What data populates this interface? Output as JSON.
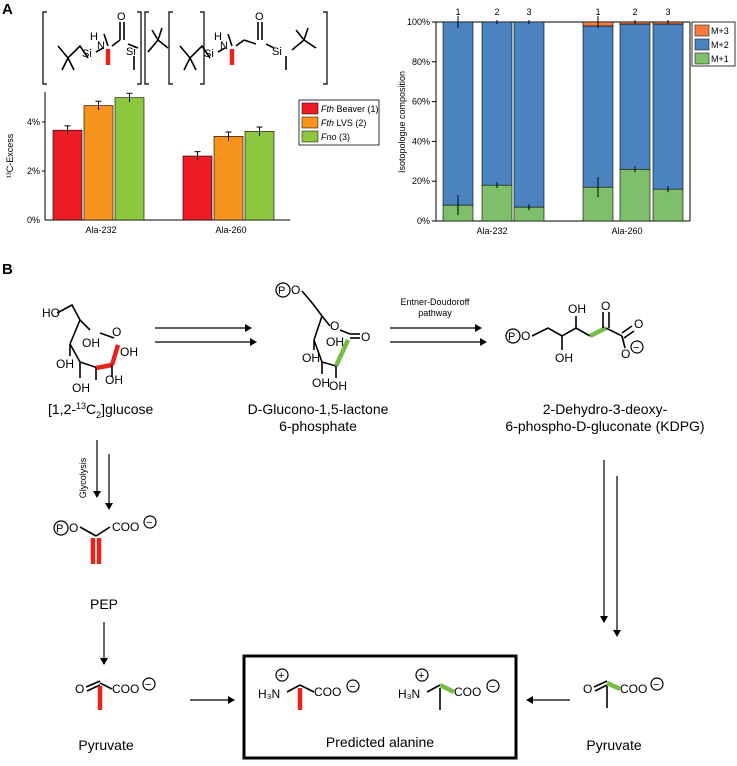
{
  "panelA": {
    "label": "A",
    "frag1": {
      "N": "N",
      "Si1": "Si",
      "Si2": "Si",
      "H": "H",
      "O": "O"
    },
    "frag2": {
      "N": "N",
      "Si1": "Si",
      "Si2": "Si",
      "H": "H",
      "O": "O"
    },
    "excess_chart": {
      "ylabel": "¹³C-Excess",
      "yticks": [
        "0%",
        "2%",
        "4%"
      ],
      "groups": [
        "Ala-232",
        "Ala-260"
      ],
      "legend": [
        {
          "italic": "Fth",
          "text": " Beaver (1)",
          "color": "#ed1c24"
        },
        {
          "italic": "Fth",
          "text": " LVS (2)",
          "color": "#f7941d"
        },
        {
          "italic": "Fno",
          "text": " (3)",
          "color": "#8dc63f"
        }
      ]
    },
    "iso_chart": {
      "ylabel": "Isotopologue composition",
      "yticks": [
        "0%",
        "20%",
        "40%",
        "60%",
        "80%",
        "100%"
      ],
      "groups": [
        "Ala-232",
        "Ala-260"
      ],
      "bar_numbers": [
        "1",
        "2",
        "3",
        "1",
        "2",
        "3"
      ],
      "legend": [
        {
          "text": "M+3",
          "color": "#f47b3c"
        },
        {
          "text": "M+2",
          "color": "#4a83c0"
        },
        {
          "text": "M+1",
          "color": "#7fbf6b"
        }
      ]
    }
  },
  "chart_data": [
    {
      "type": "bar",
      "ylabel": "¹³C-Excess",
      "ylim": [
        0,
        5.2
      ],
      "categories": [
        "Ala-232",
        "Ala-260"
      ],
      "series": [
        {
          "name": "Fth Beaver (1)",
          "values": [
            3.65,
            2.6
          ]
        },
        {
          "name": "Fth LVS (2)",
          "values": [
            4.65,
            3.4
          ]
        },
        {
          "name": "Fno (3)",
          "values": [
            4.97,
            3.6
          ]
        }
      ],
      "colors": [
        "#ed1c24",
        "#f7941d",
        "#8dc63f"
      ]
    },
    {
      "type": "bar",
      "stacked": true,
      "ylabel": "Isotopologue composition",
      "ylim": [
        0,
        100
      ],
      "categories": [
        "Ala-232",
        "Ala-260"
      ],
      "bars": [
        {
          "group": "Ala-232",
          "number": "1",
          "M+1": 8,
          "M+2": 92,
          "M+3": 0
        },
        {
          "group": "Ala-232",
          "number": "2",
          "M+1": 18,
          "M+2": 82,
          "M+3": 0
        },
        {
          "group": "Ala-232",
          "number": "3",
          "M+1": 7,
          "M+2": 93,
          "M+3": 0
        },
        {
          "group": "Ala-260",
          "number": "1",
          "M+1": 17,
          "M+2": 81,
          "M+3": 2
        },
        {
          "group": "Ala-260",
          "number": "2",
          "M+1": 26,
          "M+2": 73,
          "M+3": 1
        },
        {
          "group": "Ala-260",
          "number": "3",
          "M+1": 16,
          "M+2": 83,
          "M+3": 1
        }
      ],
      "colors": {
        "M+1": "#7fbf6b",
        "M+2": "#4a83c0",
        "M+3": "#f47b3c"
      }
    }
  ],
  "panelB": {
    "label": "B",
    "glucose": {
      "HO": "HO",
      "OH_a": "OH",
      "OH_b": "OH",
      "OH_c": "OH",
      "O": "O",
      "OH_d": "OH",
      "name_pre": "[1,2-",
      "name_sup": "13",
      "name_mid": "C",
      "name_sub": "2",
      "name_post": "]glucose"
    },
    "lactone": {
      "P": "P",
      "O_link": "O",
      "O_ring": "O",
      "O_carbonyl": "O",
      "OH_a": "OH",
      "OH_b": "OH",
      "name1": "D-Glucono-1,5-lactone",
      "name2": "6-phosphate"
    },
    "ed_label1": "Entner-Doudoroff",
    "ed_label2": "pathway",
    "kdpg": {
      "P": "P",
      "O_link": "O",
      "OH_top": "OH",
      "OH_bot": "OH",
      "O_keto": "O",
      "O_carb": "O",
      "O_neg": "O",
      "minus": "−",
      "name1": "2-Dehydro-3-deoxy-",
      "name2": "6-phospho-D-gluconate (KDPG)"
    },
    "glycolysis": "Glycolysis",
    "pep": {
      "P": "P",
      "O": "O",
      "COO": "COO",
      "minus": "−",
      "name": "PEP"
    },
    "pyr_left": {
      "O": "O",
      "COO": "COO",
      "minus": "−",
      "name": "Pyruvate"
    },
    "pyr_right": {
      "O": "O",
      "COO": "COO",
      "minus": "−",
      "name": "Pyruvate"
    },
    "alanine": {
      "H3N": "H₃N",
      "plus": "+",
      "COO": "COO",
      "minus": "−",
      "caption": "Predicted alanine"
    }
  }
}
